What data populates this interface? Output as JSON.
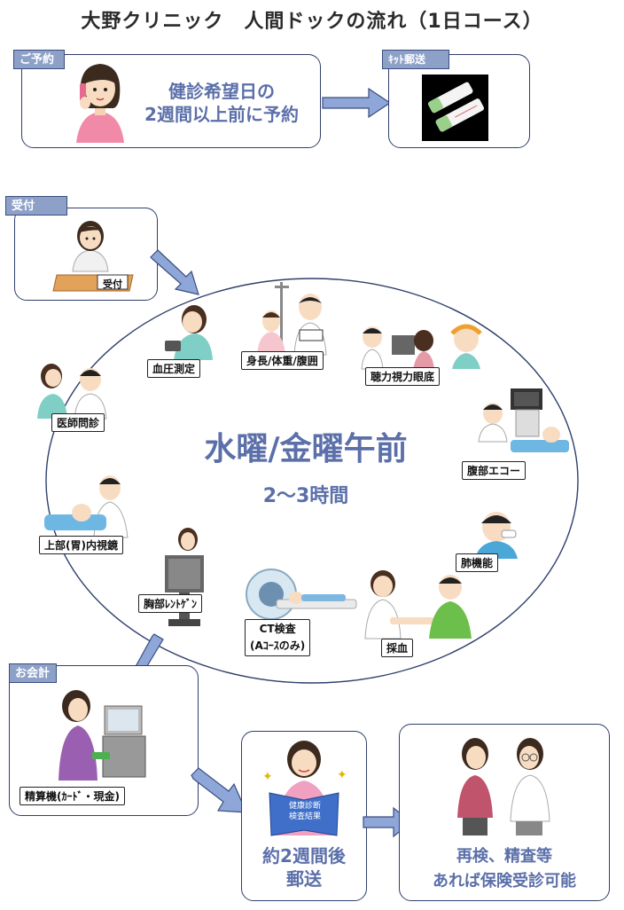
{
  "title": "大野クリニック　人間ドックの流れ（1日コース）",
  "steps": {
    "reservation": {
      "tag": "ご予約",
      "text_line1": "健診希望日の",
      "text_line2": "2週間以上前に予約"
    },
    "kit": {
      "tag": "ｷｯﾄ郵送"
    },
    "reception": {
      "tag": "受付",
      "counter_sign": "受付"
    },
    "checkout": {
      "tag": "お会計",
      "label": "精算機(ｶｰﾄﾞ・現金)"
    },
    "mail": {
      "line1": "約2週間後",
      "line2": "郵送",
      "book_line1": "健康診断",
      "book_line2": "検査結果"
    },
    "followup": {
      "line1": "再検、精査等",
      "line2": "あれば保険受診可能"
    }
  },
  "center": {
    "days": "水曜/金曜午前",
    "duration": "2〜3時間"
  },
  "exams": {
    "blood_pressure": "血圧測定",
    "body": "身長/体重/腹囲",
    "hearing": "聴力視力眼底",
    "interview": "医師問診",
    "echo": "腹部エコー",
    "endoscopy": "上部(胃)内視鏡",
    "lung": "肺機能",
    "xray": "胸部ﾚﾝﾄｹﾞﾝ",
    "ct_line1": "CT検査",
    "ct_line2": "(Aｺｰｽのみ)",
    "blood": "採血"
  },
  "colors": {
    "accent": "#5b6fa9",
    "tag_bg": "#8da0c8",
    "border": "#2f3f6b",
    "arrow": "#8ea6d8"
  }
}
